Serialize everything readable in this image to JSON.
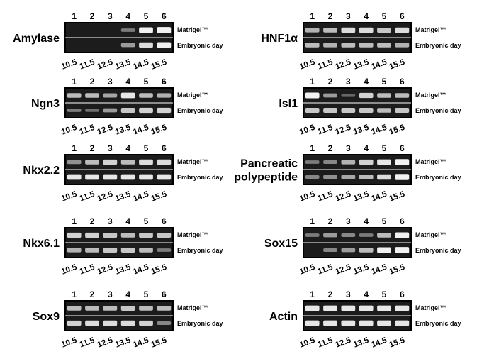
{
  "lanes": [
    "1",
    "2",
    "3",
    "4",
    "5",
    "6"
  ],
  "days": [
    "10.5",
    "11.5",
    "12.5",
    "13.5",
    "14.5",
    "15.5"
  ],
  "row_labels": {
    "matrigel": "Matrigel™",
    "embryonic": "Embryonic day"
  },
  "colors": {
    "gel_background": "#1c1c1c",
    "band": "#f2f2f2",
    "frame": "#000000",
    "text": "#000000"
  },
  "panels": [
    {
      "gene": [
        "Amylase"
      ],
      "column": "left",
      "row": 0,
      "matrigel": [
        0.0,
        0.0,
        0.0,
        0.3,
        0.85,
        0.95
      ],
      "embryonic": [
        0.0,
        0.0,
        0.0,
        0.45,
        0.75,
        0.85
      ]
    },
    {
      "gene": [
        "HNF1α"
      ],
      "column": "right",
      "row": 0,
      "matrigel": [
        0.55,
        0.6,
        0.75,
        0.75,
        0.65,
        0.75
      ],
      "embryonic": [
        0.6,
        0.55,
        0.6,
        0.6,
        0.6,
        0.55
      ]
    },
    {
      "gene": [
        "Ngn3"
      ],
      "column": "left",
      "row": 1,
      "matrigel": [
        0.6,
        0.6,
        0.5,
        0.8,
        0.6,
        0.55
      ],
      "embryonic": [
        0.3,
        0.25,
        0.45,
        0.65,
        0.7,
        0.7
      ]
    },
    {
      "gene": [
        "Isl1"
      ],
      "column": "right",
      "row": 1,
      "matrigel": [
        0.85,
        0.45,
        0.2,
        0.7,
        0.6,
        0.6
      ],
      "embryonic": [
        0.65,
        0.65,
        0.65,
        0.65,
        0.6,
        0.65
      ]
    },
    {
      "gene": [
        "Nkx2.2"
      ],
      "column": "left",
      "row": 2,
      "matrigel": [
        0.4,
        0.6,
        0.7,
        0.6,
        0.75,
        0.75
      ],
      "embryonic": [
        0.8,
        0.8,
        0.8,
        0.8,
        0.8,
        0.8
      ]
    },
    {
      "gene": [
        "Pancreatic",
        "polypeptide"
      ],
      "column": "right",
      "row": 2,
      "matrigel": [
        0.3,
        0.35,
        0.55,
        0.7,
        0.8,
        0.9
      ],
      "embryonic": [
        0.35,
        0.4,
        0.5,
        0.6,
        0.75,
        0.9
      ]
    },
    {
      "gene": [
        "Nkx6.1"
      ],
      "column": "left",
      "row": 3,
      "matrigel": [
        0.7,
        0.7,
        0.65,
        0.6,
        0.65,
        0.65
      ],
      "embryonic": [
        0.55,
        0.6,
        0.65,
        0.65,
        0.6,
        0.3
      ]
    },
    {
      "gene": [
        "Sox15"
      ],
      "column": "right",
      "row": 3,
      "matrigel": [
        0.3,
        0.45,
        0.35,
        0.3,
        0.6,
        0.85
      ],
      "embryonic": [
        0.0,
        0.35,
        0.45,
        0.6,
        0.85,
        0.95
      ]
    },
    {
      "gene": [
        "Sox9"
      ],
      "column": "left",
      "row": 4,
      "matrigel": [
        0.6,
        0.6,
        0.6,
        0.65,
        0.6,
        0.6
      ],
      "embryonic": [
        0.7,
        0.75,
        0.75,
        0.75,
        0.7,
        0.35
      ]
    },
    {
      "gene": [
        "Actin"
      ],
      "column": "right",
      "row": 4,
      "matrigel": [
        0.8,
        0.8,
        0.8,
        0.8,
        0.8,
        0.8
      ],
      "embryonic": [
        0.8,
        0.8,
        0.8,
        0.8,
        0.8,
        0.8
      ]
    }
  ]
}
